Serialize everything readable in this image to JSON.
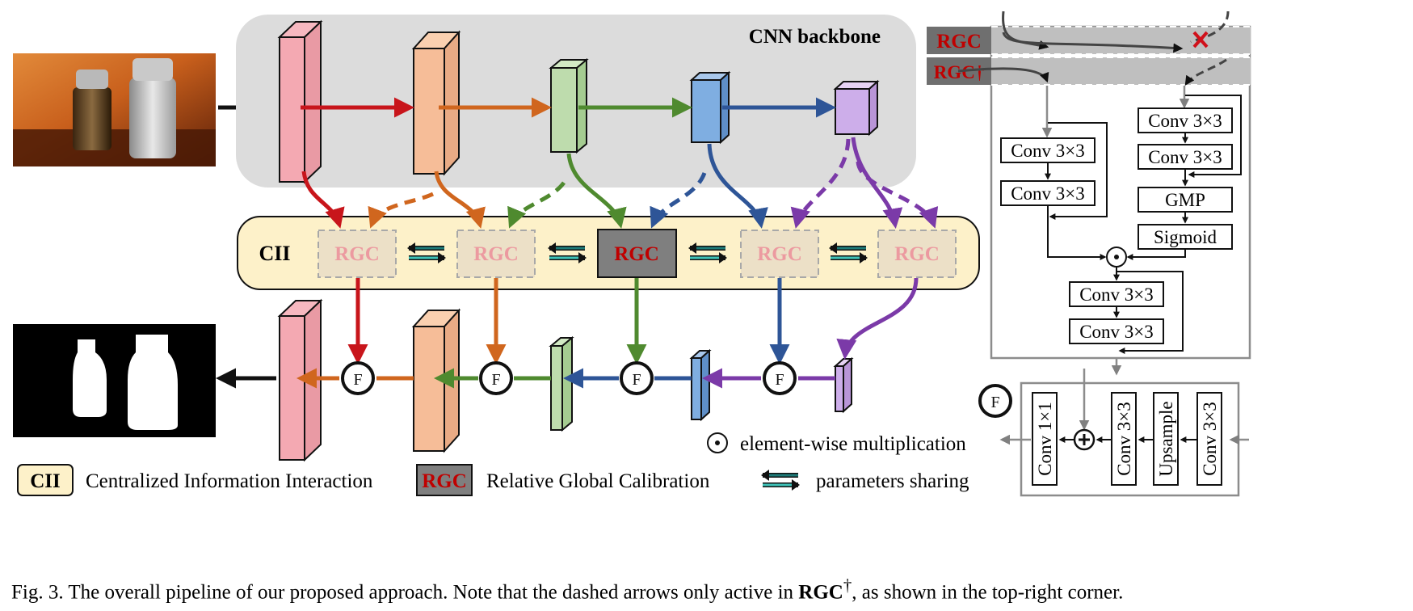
{
  "backbone": {
    "title": "CNN backbone"
  },
  "cii": {
    "label": "CII",
    "blocks": [
      "RGC",
      "RGC",
      "RGC",
      "RGC",
      "RGC"
    ]
  },
  "fuse_symbol": "F",
  "rgc_detail": {
    "tags": [
      "RGC",
      "RGC†"
    ],
    "blocks": [
      "Conv 3×3",
      "Conv 3×3",
      "Conv 3×3",
      "Conv 3×3",
      "GMP",
      "Sigmoid",
      "Conv 3×3",
      "Conv 3×3"
    ]
  },
  "fuse_detail": {
    "symbol": "F",
    "blocks": [
      "Conv 1×1",
      "Conv 3×3",
      "Upsample",
      "Conv 3×3"
    ]
  },
  "legend": {
    "multiply": "element-wise multiplication",
    "cii_swatch": "CII",
    "cii_text": "Centralized Information Interaction",
    "rgc_swatch": "RGC",
    "rgc_text": "Relative Global Calibration",
    "share_text": "parameters sharing"
  },
  "caption": {
    "prefix": "Fig. 3.  The overall pipeline of our proposed approach. Note that the dashed arrows only active in ",
    "bold": "RGC",
    "sup": "†",
    "suffix": ", as shown in the top-right corner."
  },
  "colors": {
    "red": "#c8151b",
    "orange": "#d0661e",
    "green": "#4f8a2f",
    "blue": "#2e5597",
    "purple": "#7b3aa8",
    "rgc_text": "#c00000",
    "rgc_light": "#e8868a",
    "cii_fill": "#fdf1c9",
    "backbone_fill": "#dcdcdc"
  }
}
